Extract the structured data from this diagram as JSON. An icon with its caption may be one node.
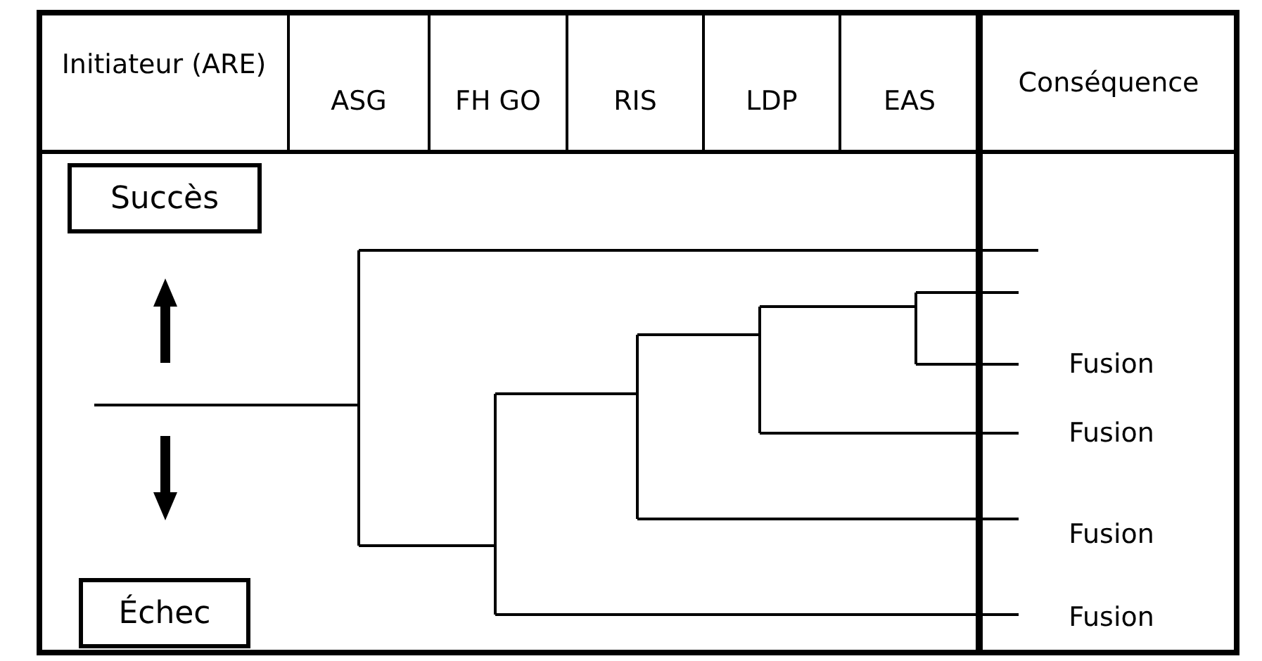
{
  "diagram": {
    "nodes": [
      {
        "text": [
          "Succès"
        ]
      },
      {
        "text": [
          "Échec"
        ]
      }
    ],
    "labels": [
      "Initiateur (ARE)",
      "ASG",
      "FH GO",
      "RIS",
      "LDP",
      "EAS",
      "Conséquence",
      "Fusion",
      "Fusion",
      "Fusion",
      "Fusion"
    ]
  }
}
